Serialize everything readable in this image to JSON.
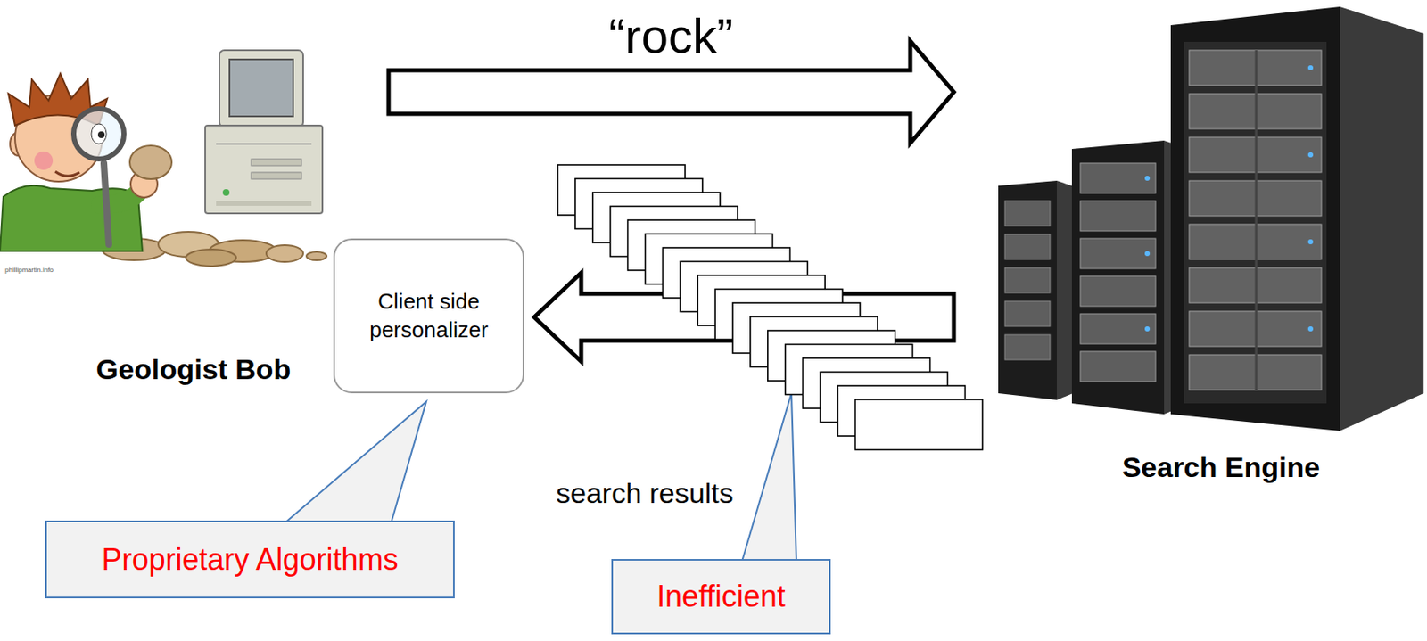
{
  "diagram": {
    "nodes": [
      {
        "text": [
          "Geologist Bob"
        ]
      },
      {
        "text": [
          "Search Engine"
        ]
      },
      {
        "text": [
          "Client side personalizer"
        ]
      },
      {
        "text": [
          "search results"
        ]
      },
      {
        "text": [
          "Proprietary Algorithms"
        ]
      },
      {
        "text": [
          "Inefficient"
        ]
      }
    ],
    "edges": [
      {
        "from": 0,
        "to": 1,
        "arrow": "to",
        "label": "“rock”"
      },
      {
        "from": 1,
        "to": 2,
        "arrow": "to"
      },
      {
        "from": 4,
        "to": 2,
        "arrow": "none"
      },
      {
        "from": 5,
        "to": 3,
        "arrow": "none"
      }
    ],
    "labels": [
      "phillipmartin.info"
    ]
  }
}
